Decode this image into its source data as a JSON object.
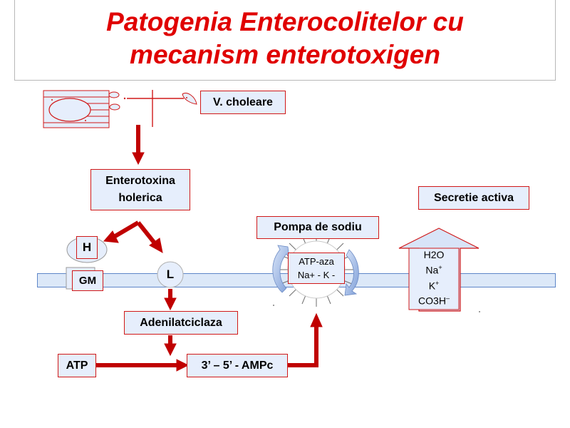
{
  "title": {
    "line1": "Patogenia Enterocolitelor cu",
    "line2": "mecanism enterotoxigen"
  },
  "labels": {
    "v_choleare": "V. choleare",
    "enterotoxina_line1": "Enterotoxina",
    "enterotoxina_line2": "holerica",
    "secretie_activa": "Secretie activa",
    "pompa_de_sodiu": "Pompa de sodiu",
    "h": "H",
    "gm": "GM",
    "l": "L",
    "atp_aza": "ATP-aza",
    "na_k_pump": "Na+ - K -",
    "adenilatciclaza": "Adenilatciclaza",
    "atp": "ATP",
    "ampc": "3’ – 5’ - AMPc"
  },
  "secretion": {
    "h2o": "H2O",
    "na": "Na",
    "k": "K",
    "co3h": "CO3H",
    "sup_plus": "+",
    "sub_3": "3",
    "sup_minus": "–"
  },
  "colors": {
    "title_red": "#e00000",
    "arrow_red": "#c00000",
    "box_fill": "#e6eefc",
    "box_border": "#d01818",
    "membrane_fill": "#dce8f8",
    "membrane_border": "#5e86c8"
  }
}
